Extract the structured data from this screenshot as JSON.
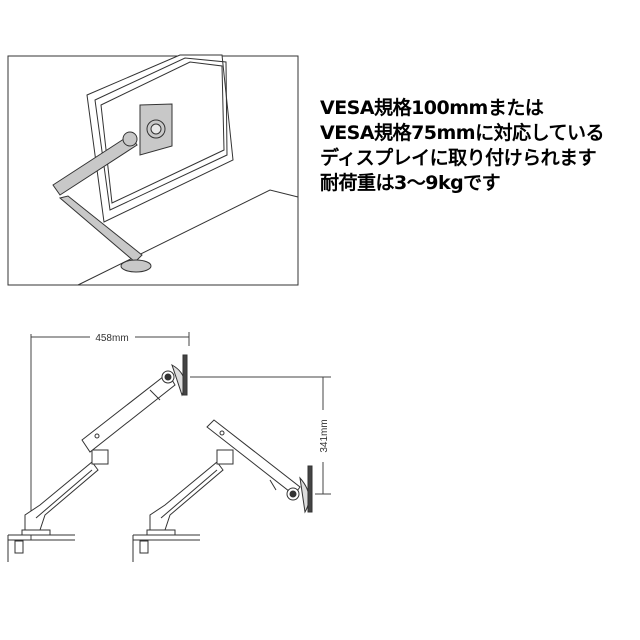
{
  "description": {
    "lines": [
      "VESA規格100mmまたは",
      "VESA規格75mmに対応している",
      "ディスプレイに取り付けられます",
      "耐荷重は3～9kgです"
    ]
  },
  "dimensions": {
    "width_label": "458mm",
    "height_label": "341mm"
  },
  "colors": {
    "line": "#333333",
    "arm_fill": "#c8c8c8"
  }
}
